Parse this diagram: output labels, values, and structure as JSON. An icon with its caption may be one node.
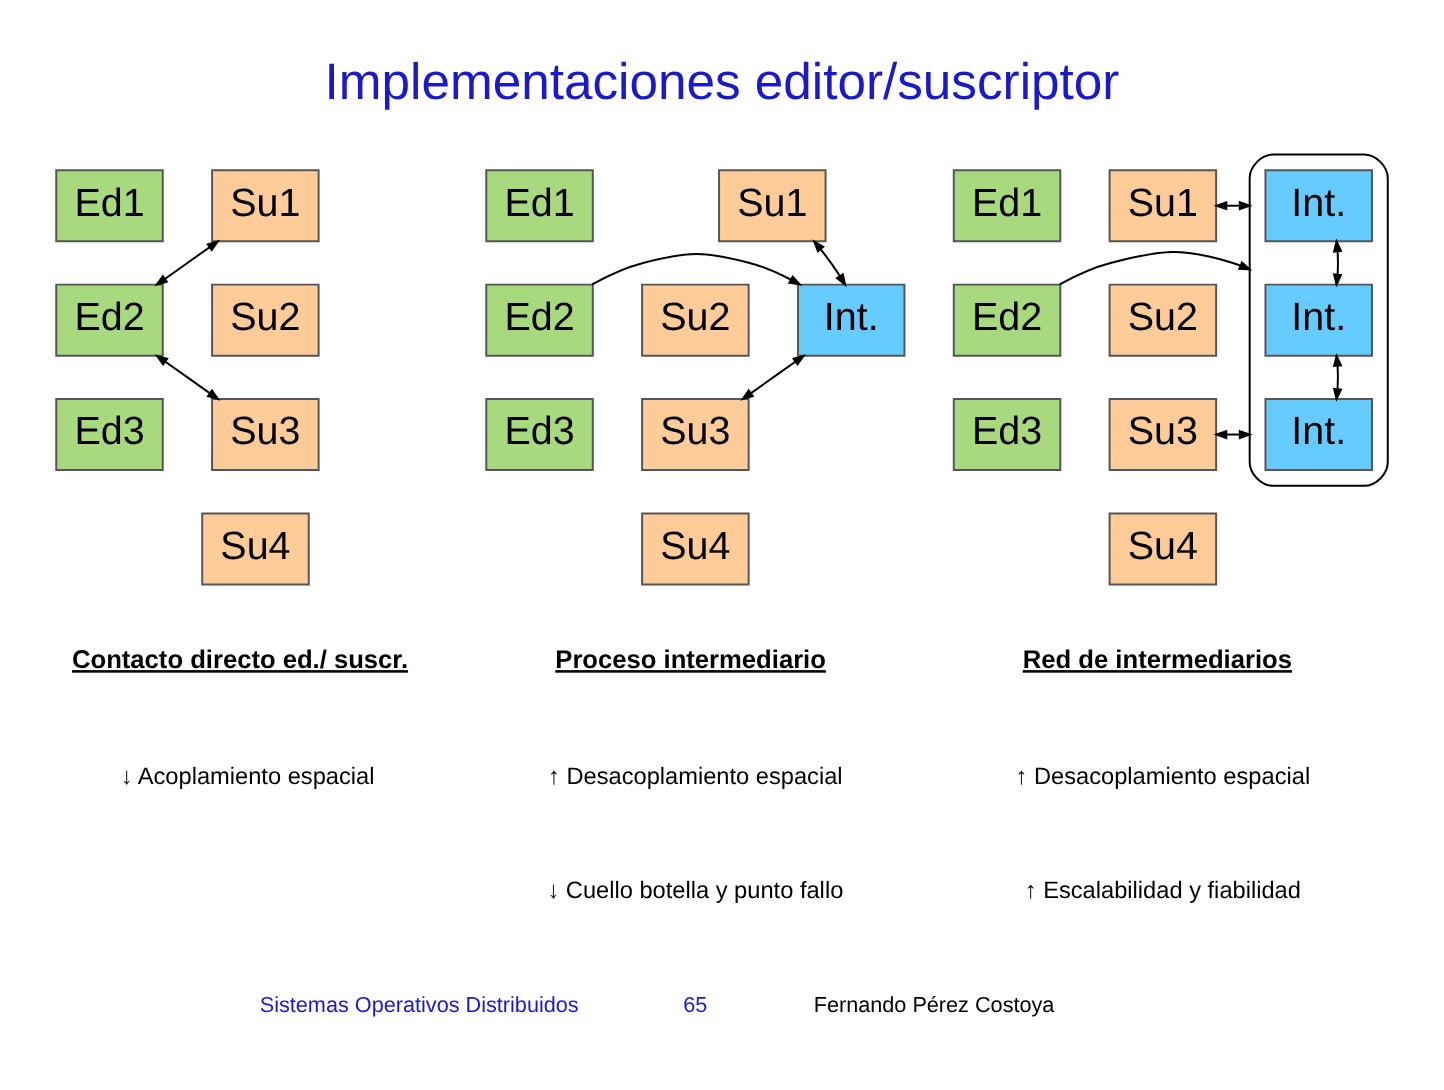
{
  "diagram": {
    "title": "Implementaciones editor/suscriptor",
    "nodes": [
      {
        "text": [
          "Su1"
        ]
      },
      {
        "text": [
          "Su2"
        ]
      },
      {
        "text": [
          "Su3"
        ]
      },
      {
        "text": [
          "Su4"
        ]
      },
      {
        "text": [
          "Ed1"
        ]
      },
      {
        "text": [
          "Ed2"
        ]
      },
      {
        "text": [
          "Ed3"
        ]
      },
      {
        "text": [
          "Su1"
        ]
      },
      {
        "text": [
          "Su2"
        ]
      },
      {
        "text": [
          "Su3"
        ]
      },
      {
        "text": [
          "Su4"
        ]
      },
      {
        "text": [
          "Int."
        ]
      },
      {
        "text": [
          "Ed1"
        ]
      },
      {
        "text": [
          "Ed2"
        ]
      },
      {
        "text": [
          "Ed3"
        ]
      },
      {
        "text": [
          "Su1"
        ]
      },
      {
        "text": [
          "Su2"
        ]
      },
      {
        "text": [
          "Su3"
        ]
      },
      {
        "text": [
          "Su4"
        ]
      },
      {
        "text": [],
        "shape": "ellipse"
      },
      {
        "text": [
          "Int."
        ],
        "in": 19
      },
      {
        "text": [
          "Int."
        ],
        "in": 19
      },
      {
        "text": [
          "Int."
        ],
        "in": 19
      },
      {
        "text": [
          "Ed1"
        ]
      },
      {
        "text": [
          "Ed2"
        ]
      },
      {
        "text": [
          "Ed3"
        ]
      }
    ],
    "edges": [
      {
        "from": 0,
        "to": 5,
        "arrow": "both"
      },
      {
        "from": 2,
        "to": 5,
        "arrow": "both"
      },
      {
        "from": 7,
        "to": 11,
        "arrow": "both"
      },
      {
        "from": 9,
        "to": 11,
        "arrow": "both"
      },
      {
        "from": 13,
        "to": 11,
        "arrow": "to"
      },
      {
        "from": 15,
        "to": 19,
        "arrow": "both"
      },
      {
        "from": 17,
        "to": 19,
        "arrow": "both"
      },
      {
        "from": 24,
        "to": 19,
        "arrow": "to"
      },
      {
        "from": 20,
        "to": 21,
        "arrow": "both"
      },
      {
        "from": 21,
        "to": 22,
        "arrow": "both"
      }
    ],
    "labels": [
      "Contacto directo ed./ suscr.",
      "↓ Acoplamiento espacial",
      "Proceso intermediario",
      "↑ Desacoplamiento espacial",
      "↓ Cuello botella y punto fallo",
      "Red de intermediarios",
      "↑ Desacoplamiento espacial",
      "↑ Escalabilidad y fiabilidad",
      "Sistemas Operativos Distribuidos",
      "65",
      "Fernando Pérez Costoya"
    ]
  }
}
